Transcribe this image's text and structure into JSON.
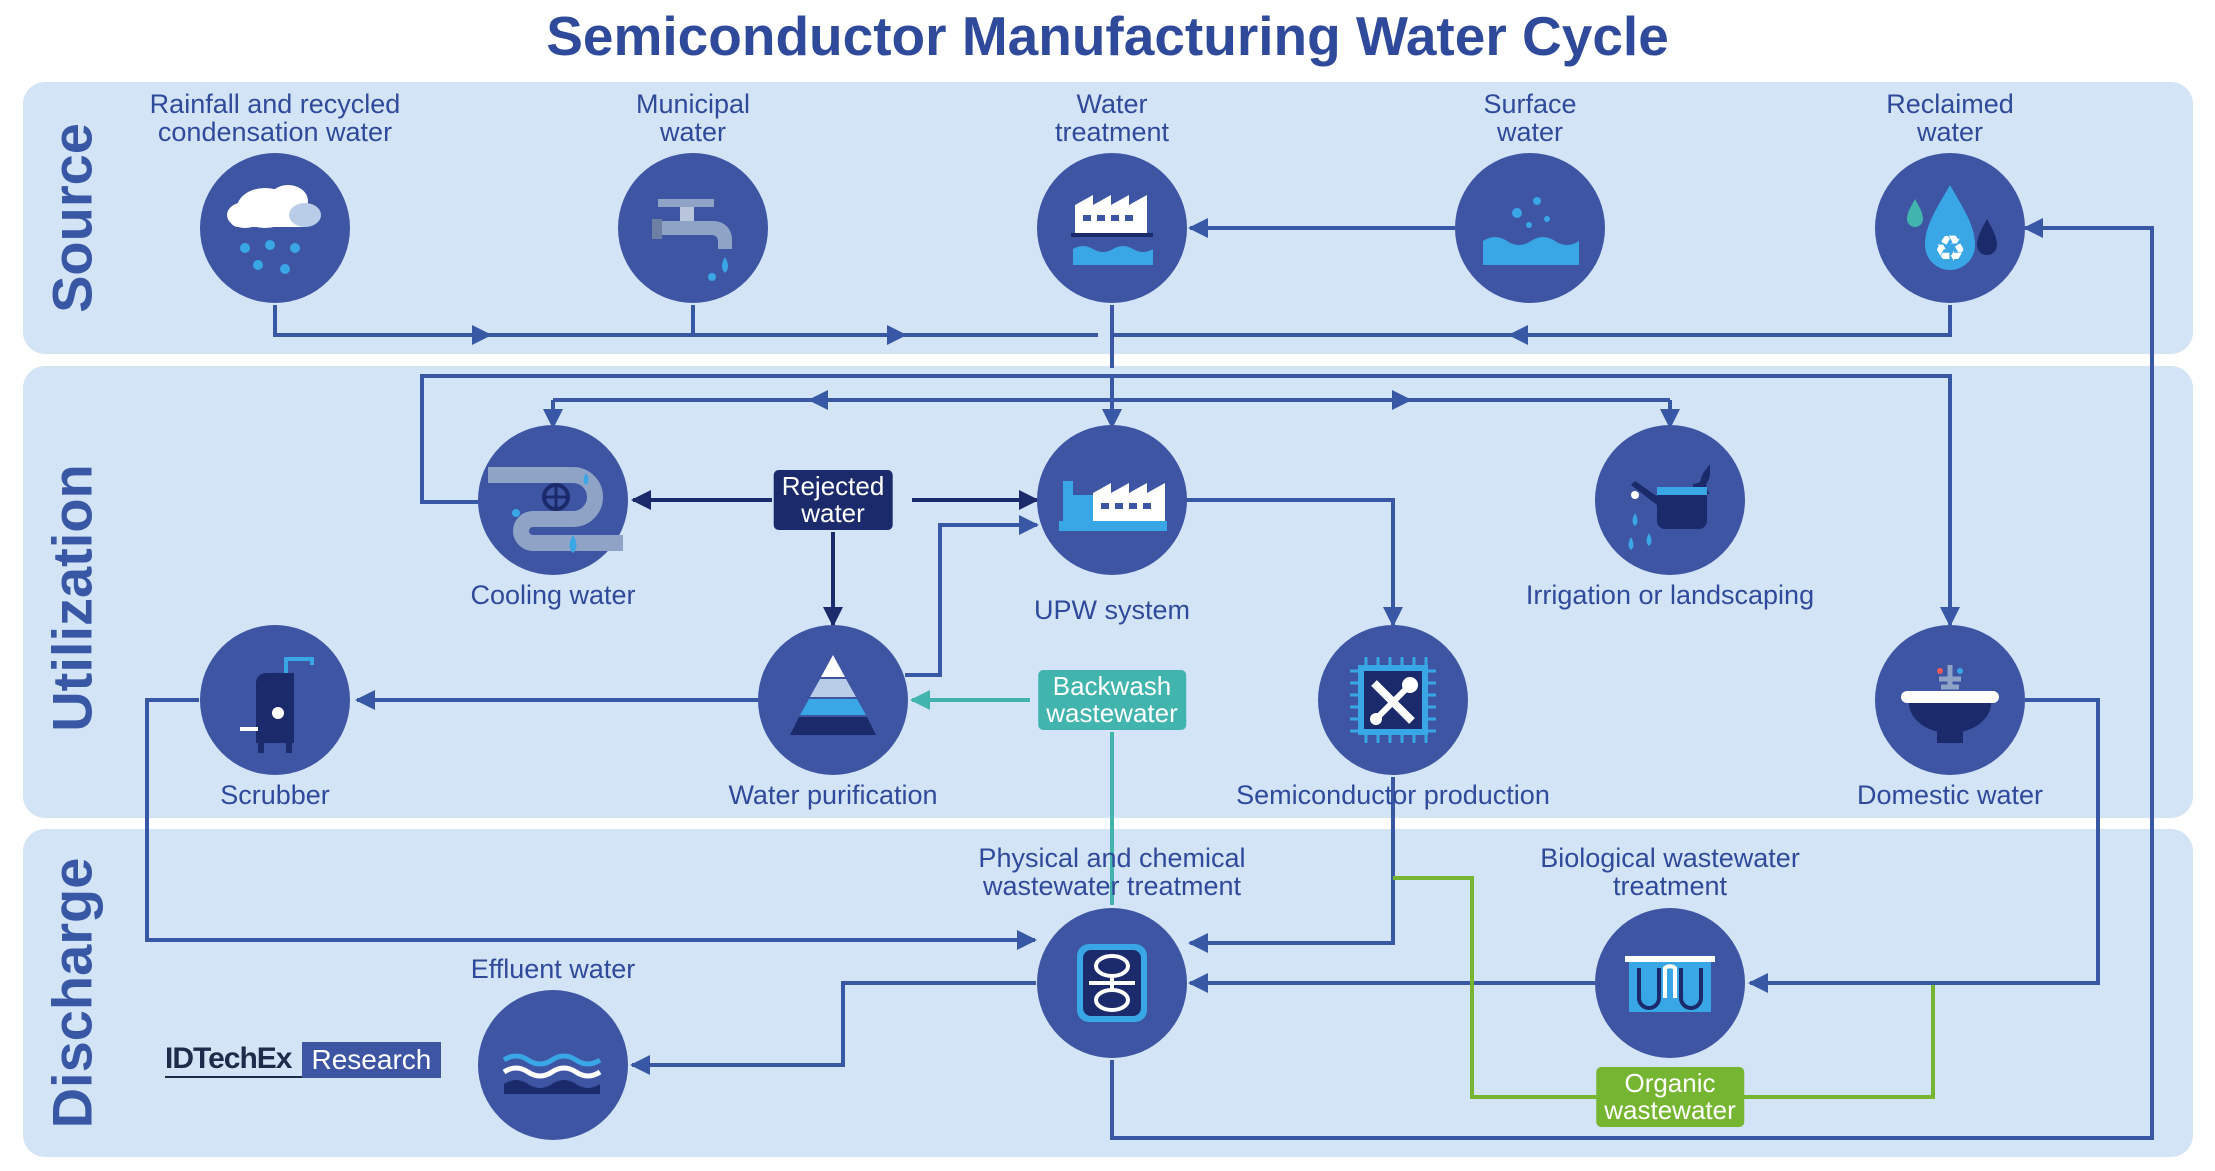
{
  "title": "Semiconductor Manufacturing Water Cycle",
  "sections": {
    "source": "Source",
    "utilization": "Utilization",
    "discharge": "Discharge"
  },
  "nodes": {
    "rainfall": "Rainfall and recycled\ncondensation water",
    "municipal": "Municipal\nwater",
    "water_treatment": "Water\ntreatment",
    "surface": "Surface\nwater",
    "reclaimed": "Reclaimed\nwater",
    "cooling": "Cooling water",
    "upw": "UPW system",
    "irrigation": "Irrigation or landscaping",
    "scrubber": "Scrubber",
    "purification": "Water purification",
    "semiconductor": "Semiconductor production",
    "domestic": "Domestic water",
    "physchem": "Physical and chemical\nwastewater treatment",
    "biological": "Biological wastewater\ntreatment",
    "effluent": "Effluent water"
  },
  "tags": {
    "rejected": "Rejected\nwater",
    "backwash": "Backwash\nwastewater",
    "organic": "Organic\nwastewater"
  },
  "logo": {
    "name": "IDTechEx",
    "division": "Research"
  },
  "colors": {
    "title": "#2f4a9a",
    "band": "#d3e4f6",
    "node": "#3d55a3",
    "flow_line": "#3858a6",
    "rejected_line": "#1b2a6b",
    "backwash_line": "#40b4ad",
    "organic_line": "#76b531"
  },
  "icons": {
    "rainfall": "cloud-rain-icon",
    "municipal": "faucet-icon",
    "water_treatment": "factory-water-icon",
    "surface": "surface-water-icon",
    "reclaimed": "recycle-drop-icon",
    "cooling": "pipe-valve-icon",
    "upw": "factory-icon",
    "irrigation": "watering-can-icon",
    "scrubber": "scrubber-tank-icon",
    "purification": "filter-pyramid-icon",
    "semiconductor": "chip-tools-icon",
    "domestic": "sink-icon",
    "physchem": "treatment-tank-icon",
    "biological": "bio-tank-icon",
    "effluent": "waves-icon"
  }
}
